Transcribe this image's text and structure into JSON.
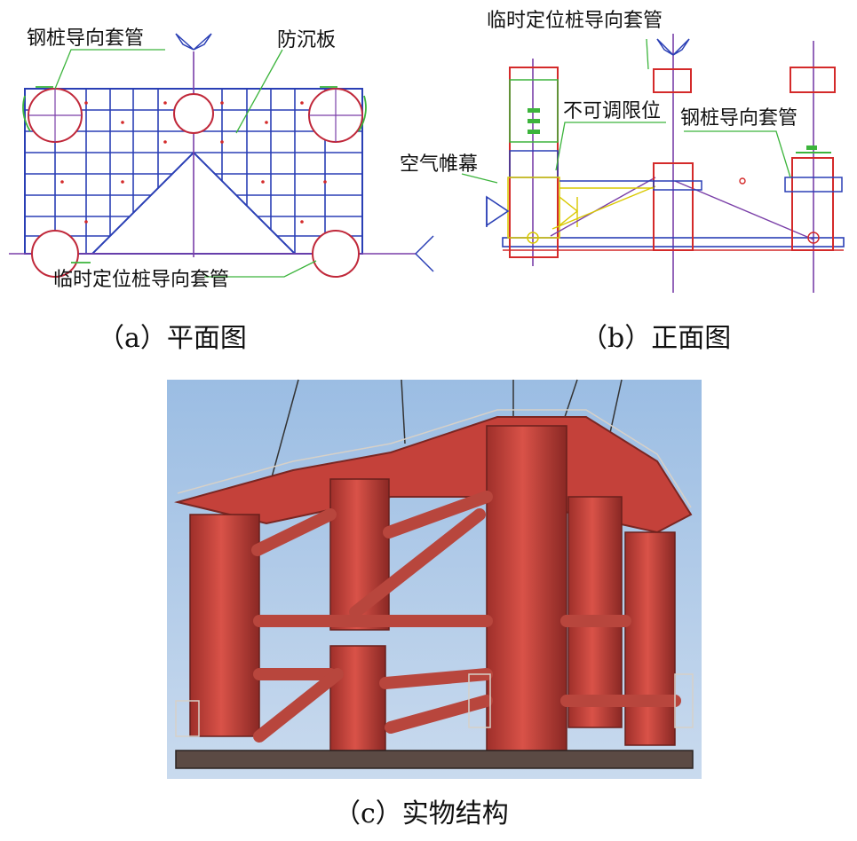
{
  "panel_a": {
    "caption": "（a）平面图",
    "labels": {
      "steel_pile_sleeve": "钢桩导向套管",
      "anti_sink_plate": "防沉板",
      "temp_pile_sleeve": "临时定位桩导向套管"
    }
  },
  "panel_b": {
    "caption": "（b）正面图",
    "labels": {
      "temp_pile_sleeve": "临时定位桩导向套管",
      "non_adjustable_limit": "不可调限位",
      "steel_pile_sleeve": "钢桩导向套管",
      "air_curtain": "空气帷幕"
    }
  },
  "panel_c": {
    "caption": "（c）实物结构"
  },
  "colors": {
    "grid_blue": "#2a3fb5",
    "red": "#d42a2a",
    "green": "#3cb43c",
    "purple": "#7a3fa8",
    "yellow": "#d9c800",
    "structure_red": "#c4413a",
    "sky": "#a9c6e8"
  }
}
